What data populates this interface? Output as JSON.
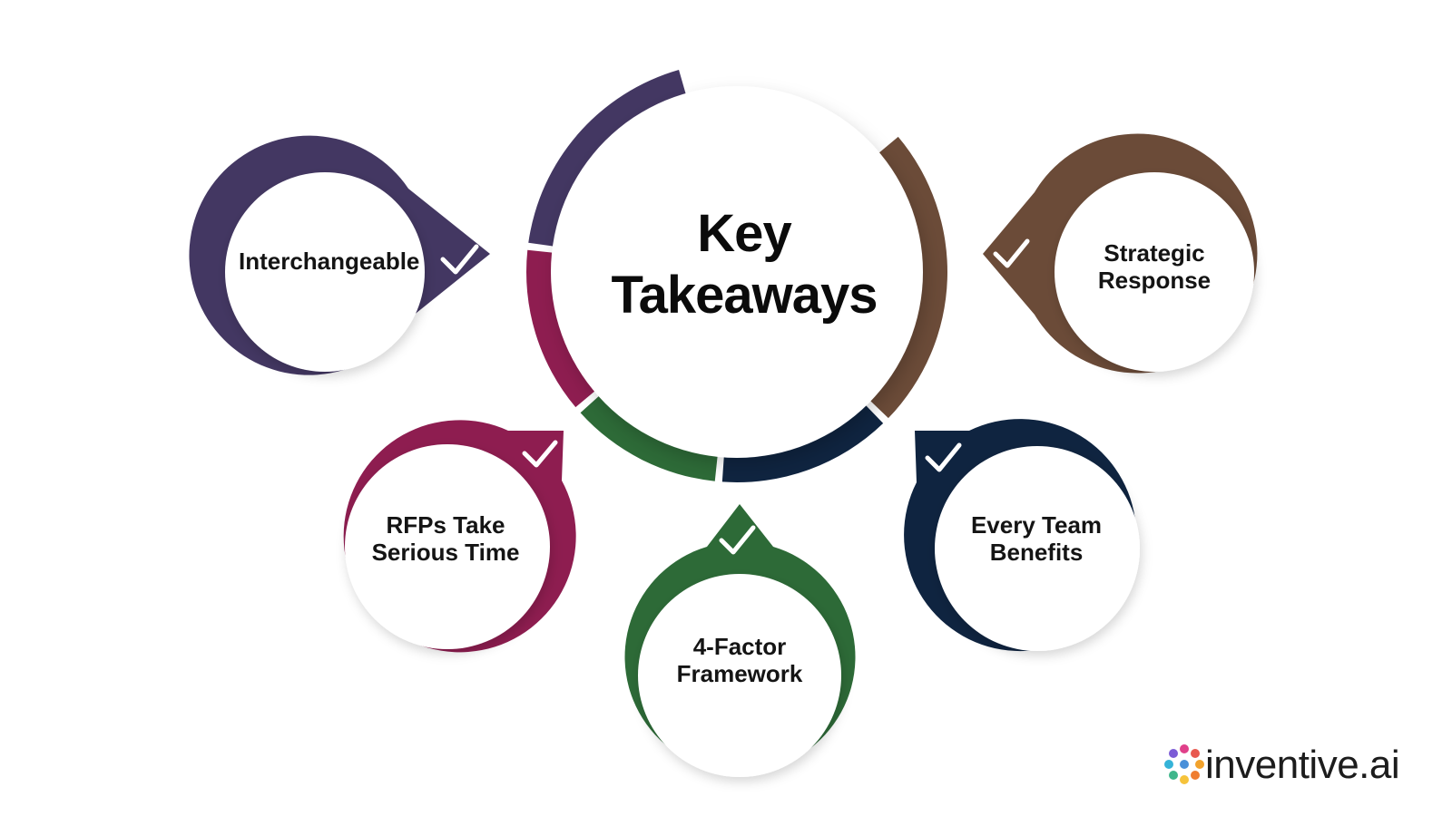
{
  "center": {
    "title_line1": "Key",
    "title_line2": "Takeaways"
  },
  "nodes": [
    {
      "id": "interchangeable",
      "lines": [
        "Interchangeable"
      ],
      "color": "#433762",
      "icon": "check-icon"
    },
    {
      "id": "strategic-response",
      "lines": [
        "Strategic",
        "Response"
      ],
      "color": "#6b4b38",
      "icon": "check-icon"
    },
    {
      "id": "rfps-take-serious-time",
      "lines": [
        "RFPs Take",
        "Serious Time"
      ],
      "color": "#8e1d50",
      "icon": "check-icon"
    },
    {
      "id": "every-team-benefits",
      "lines": [
        "Every Team",
        "Benefits"
      ],
      "color": "#0f2440",
      "icon": "check-icon"
    },
    {
      "id": "four-factor-framework",
      "lines": [
        "4-Factor",
        "Framework"
      ],
      "color": "#2d6a37",
      "icon": "check-icon"
    }
  ],
  "ring_segments": [
    "#433762",
    "#8e1d50",
    "#2d6a37",
    "#0f2440",
    "#6b4b38"
  ],
  "brand": {
    "name": "inventive.ai"
  }
}
